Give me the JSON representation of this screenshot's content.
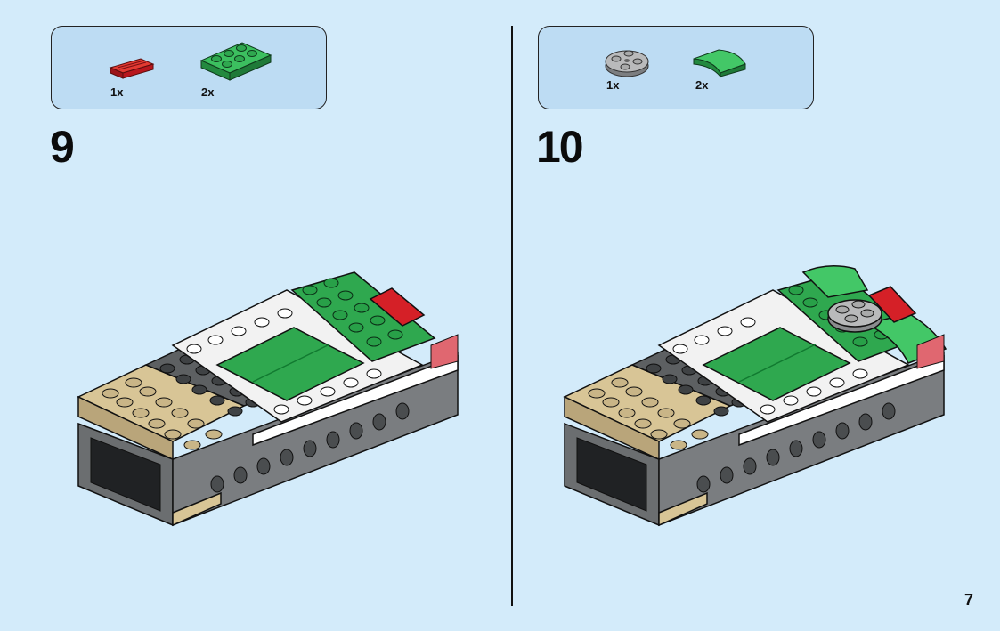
{
  "steps": [
    {
      "number": "9",
      "parts": [
        {
          "icon": "red-grille-tile-icon",
          "qty": "1x",
          "color": "#c8161d"
        },
        {
          "icon": "green-plate-2x3-icon",
          "qty": "2x",
          "color": "#2fa84f"
        }
      ]
    },
    {
      "number": "10",
      "parts": [
        {
          "icon": "grey-round-plate-icon",
          "qty": "1x",
          "color": "#a9aaaa"
        },
        {
          "icon": "green-curved-slope-icon",
          "qty": "2x",
          "color": "#2fa84f"
        }
      ]
    }
  ],
  "page_number": "7",
  "colors": {
    "background": "#d3ebfa",
    "parts_box": "#bddcf3",
    "tan": "#d8c596",
    "dark_grey": "#6b6e70",
    "light_grey": "#b8b9b9",
    "green": "#2fa84f",
    "red": "#c8161d"
  }
}
